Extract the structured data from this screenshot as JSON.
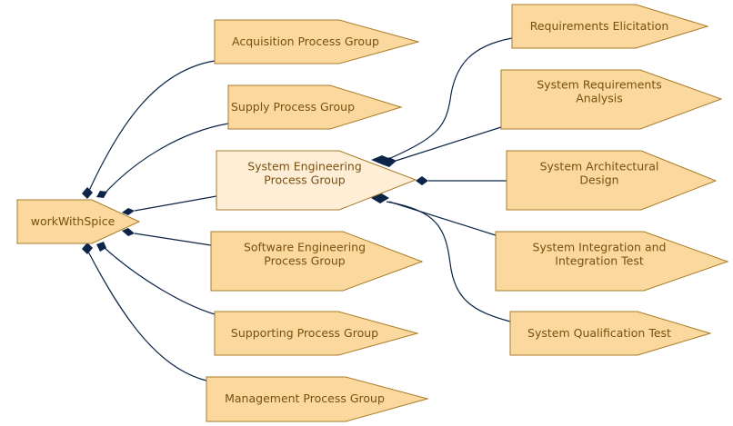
{
  "colors": {
    "node_fill": "#fad89e",
    "node_highlight_fill": "#ffeed6",
    "node_border": "#a87b28",
    "node_text": "#7a5010",
    "edge": "#0b2447"
  },
  "nodes": {
    "workWithSpice": {
      "lines": [
        "workWithSpice"
      ]
    },
    "acquisition": {
      "lines": [
        "Acquisition Process Group"
      ]
    },
    "supply": {
      "lines": [
        "Supply Process Group"
      ]
    },
    "system_engineering": {
      "lines": [
        "System Engineering",
        "Process Group"
      ],
      "highlight": true
    },
    "software_engineering": {
      "lines": [
        "Software Engineering",
        "Process Group"
      ]
    },
    "supporting": {
      "lines": [
        "Supporting Process Group"
      ]
    },
    "management": {
      "lines": [
        "Management Process Group"
      ]
    },
    "req_elicitation": {
      "lines": [
        "Requirements Elicitation"
      ]
    },
    "sys_req_analysis": {
      "lines": [
        "System Requirements",
        "Analysis"
      ]
    },
    "sys_arch_design": {
      "lines": [
        "System Architectural",
        "Design"
      ]
    },
    "sys_integration": {
      "lines": [
        "System Integration and",
        "Integration Test"
      ]
    },
    "sys_qualification": {
      "lines": [
        "System Qualification Test"
      ]
    }
  },
  "edges": [
    {
      "from": "workWithSpice",
      "to": "acquisition"
    },
    {
      "from": "workWithSpice",
      "to": "supply"
    },
    {
      "from": "workWithSpice",
      "to": "system_engineering"
    },
    {
      "from": "workWithSpice",
      "to": "software_engineering"
    },
    {
      "from": "workWithSpice",
      "to": "supporting"
    },
    {
      "from": "workWithSpice",
      "to": "management"
    },
    {
      "from": "system_engineering",
      "to": "req_elicitation"
    },
    {
      "from": "system_engineering",
      "to": "sys_req_analysis"
    },
    {
      "from": "system_engineering",
      "to": "sys_arch_design"
    },
    {
      "from": "system_engineering",
      "to": "sys_integration"
    },
    {
      "from": "system_engineering",
      "to": "sys_qualification"
    }
  ]
}
